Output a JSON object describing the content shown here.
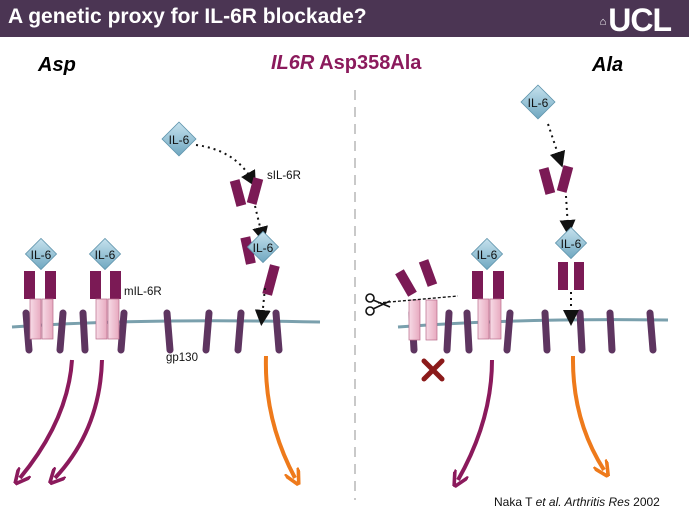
{
  "header": {
    "title": "A genetic proxy for IL-6R blockade?",
    "logo": "UCL",
    "logo_mark": "⌂"
  },
  "labels": {
    "left_allele": "Asp",
    "right_allele": "Ala",
    "variant_gene": "IL6R",
    "variant_name": " Asp358Ala",
    "soluble_receptor": "sIL-6R",
    "membrane_receptor": "mIL-6R",
    "signal_transducer": "gp130",
    "cytokine": "IL-6"
  },
  "citation": {
    "prefix": "Naka T ",
    "italic": "et al. Arthritis Res",
    "suffix": " 2002"
  },
  "colors": {
    "header_bg": "#4b3553",
    "receptor_dark": "#7b1a55",
    "receptor_light": "#f2c9d9",
    "gp130": "#5e3560",
    "membrane": "#7aa0ad",
    "il6": "#8bbcd1",
    "arrow_purple": "#8b1a5c",
    "arrow_orange": "#ee7a1b",
    "cross": "#8b1a1a",
    "variant": "#8b1a5c"
  },
  "icons": [
    "scissors-icon",
    "cross-icon"
  ]
}
